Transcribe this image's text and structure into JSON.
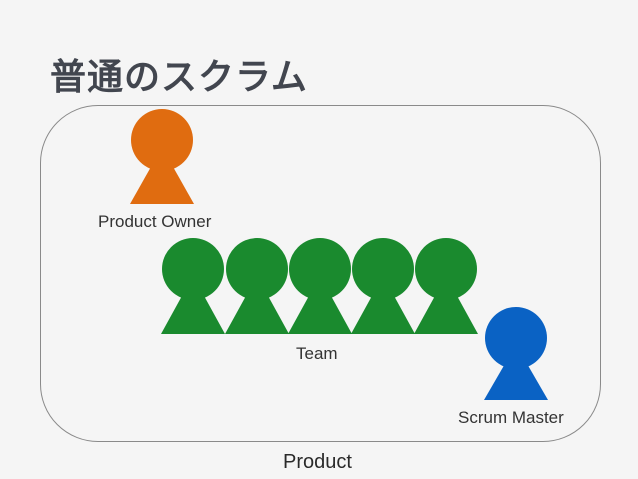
{
  "title": "普通のスクラム",
  "labels": {
    "product_owner": "Product Owner",
    "team": "Team",
    "scrum_master": "Scrum Master",
    "product": "Product"
  },
  "colors": {
    "product_owner": "#e06c10",
    "team": "#1a8a2e",
    "scrum_master": "#0a62c4",
    "border": "#8a8a8a"
  },
  "team_size": 5
}
